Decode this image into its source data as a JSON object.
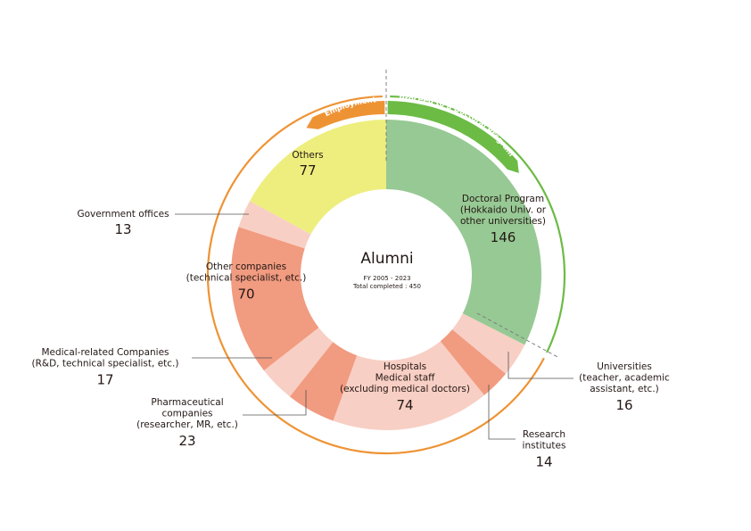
{
  "chart_data": {
    "type": "pie",
    "title": "Alumni",
    "subtitle": "FY 2005 - 2023",
    "total_label": "Total completed : 450",
    "total": 450,
    "groups": [
      {
        "label": "Employment",
        "color": "#EE9334"
      },
      {
        "label": "Proceed to a Doctoral Program",
        "color": "#6CBB45"
      }
    ],
    "slices": [
      {
        "label_lines": [
          "Doctoral Program",
          "(Hokkaido Univ. or",
          "other universities)"
        ],
        "value": 146,
        "color": "#97C994",
        "group": "Proceed to a Doctoral Program"
      },
      {
        "label_lines": [
          "Universities",
          "(teacher, academic",
          "assistant, etc.)"
        ],
        "value": 16,
        "color": "#F8CFC4",
        "group": "Employment"
      },
      {
        "label_lines": [
          "Research",
          "institutes"
        ],
        "value": 14,
        "color": "#F19B80",
        "group": "Employment"
      },
      {
        "label_lines": [
          "Hospitals",
          "Medical staff",
          "(excluding medical doctors)"
        ],
        "value": 74,
        "color": "#F8CFC4",
        "group": "Employment"
      },
      {
        "label_lines": [
          "Pharmaceutical",
          "companies",
          "(researcher, MR, etc.)"
        ],
        "value": 23,
        "color": "#F19B80",
        "group": "Employment"
      },
      {
        "label_lines": [
          "Medical-related Companies",
          "(R&D, technical specialist, etc.)"
        ],
        "value": 17,
        "color": "#F8CFC4",
        "group": "Employment"
      },
      {
        "label_lines": [
          "Other companies",
          "(technical specialist, etc.)"
        ],
        "value": 70,
        "color": "#F19B80",
        "group": "Employment"
      },
      {
        "label_lines": [
          "Government offices"
        ],
        "value": 13,
        "color": "#F8CFC4",
        "group": "Employment"
      },
      {
        "label_lines": [
          "Others"
        ],
        "value": 77,
        "color": "#EEEE7E",
        "group": "Employment"
      }
    ]
  }
}
